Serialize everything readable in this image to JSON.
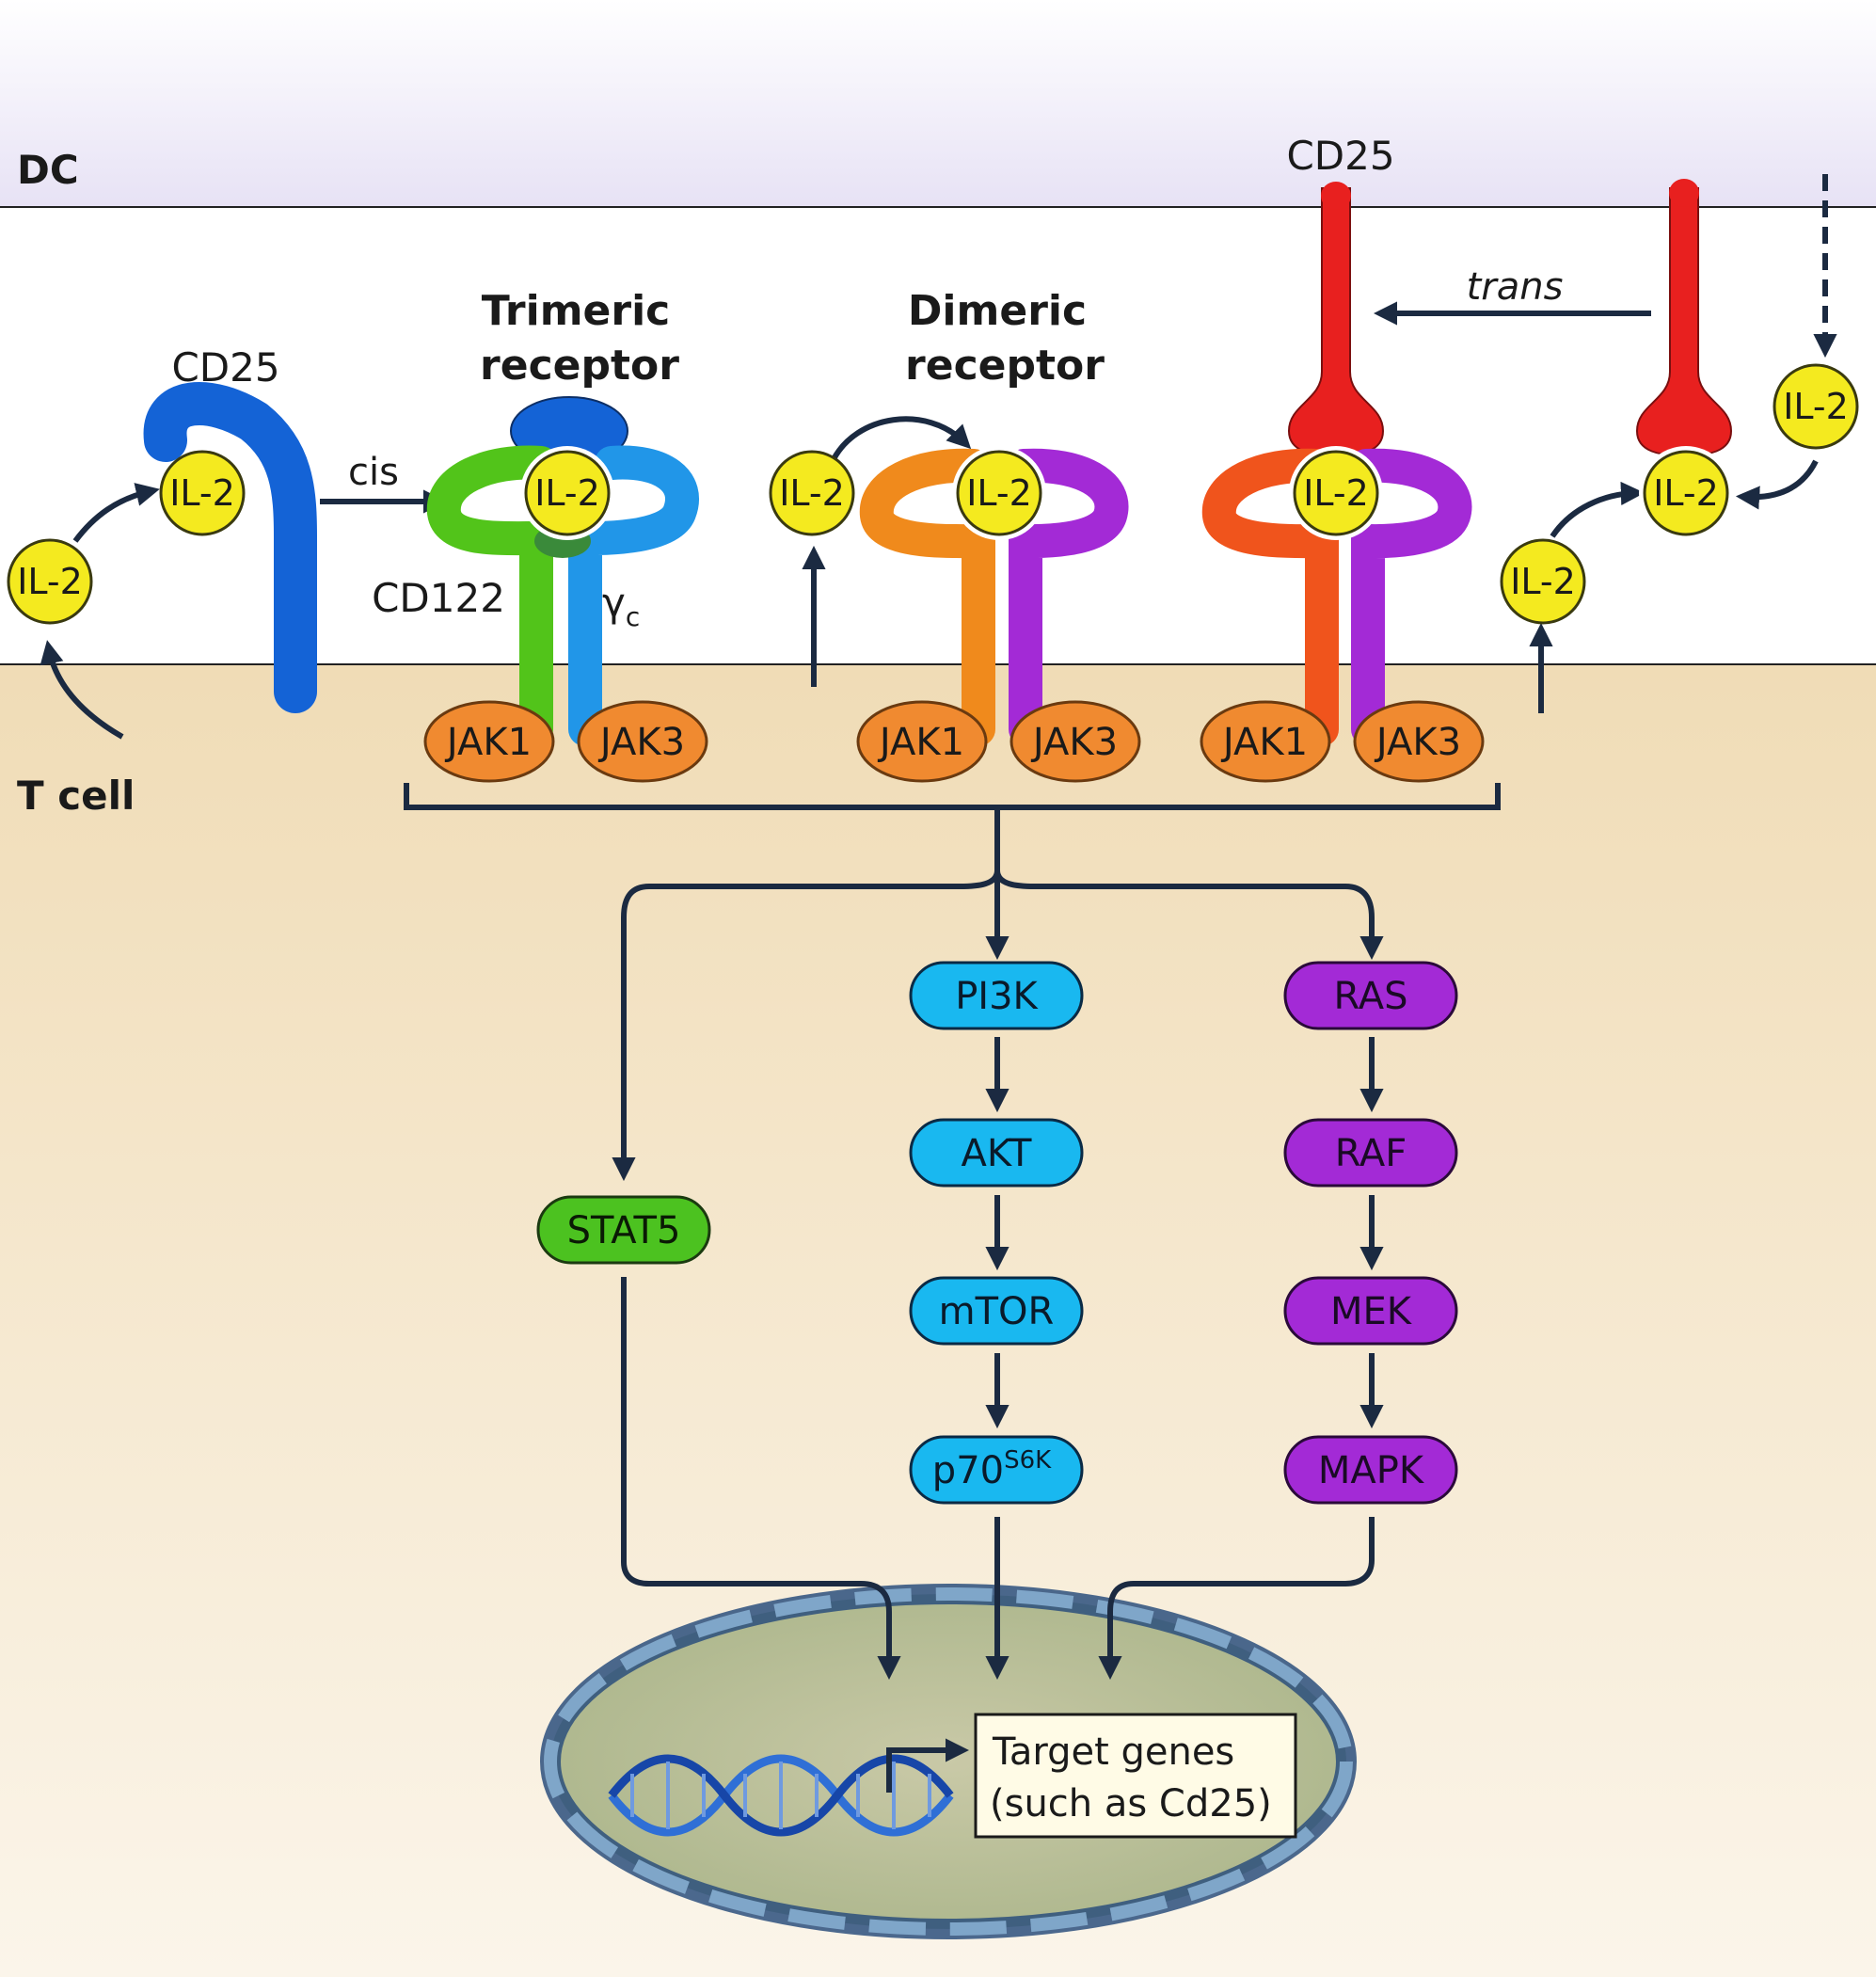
{
  "membranes": {
    "dc_label": "DC",
    "tcell_label": "T cell"
  },
  "molecules": {
    "cd25_left": "CD25",
    "cd25_top": "CD25",
    "trimeric_title_line1": "Trimeric",
    "trimeric_title_line2": "receptor",
    "dimeric_title_line1": "Dimeric",
    "dimeric_title_line2": "receptor",
    "cd122": "CD122",
    "gamma_c": "γ",
    "gamma_c_sub": "c",
    "cis": "cis",
    "trans": "trans",
    "il2": "IL-2",
    "jak1": "JAK1",
    "jak3": "JAK3"
  },
  "pathways": {
    "stat5": "STAT5",
    "pi3k": [
      "PI3K",
      "AKT",
      "mTOR",
      "p70"
    ],
    "p70_sup": "S6K",
    "ras": [
      "RAS",
      "RAF",
      "MEK",
      "MAPK"
    ]
  },
  "nucleus": {
    "target_line1": "Target genes",
    "target_line2": "(such as Cd25)"
  },
  "colors": {
    "il2_fill": "#f4ea1f",
    "cd25_blue": "#1463d6",
    "cd25_red": "#e8201f",
    "cd122_green": "#52c41a",
    "gamma_blue": "#2196e8",
    "orange": "#f08a1c",
    "purple": "#a32ad6",
    "cyan": "#19b8f0",
    "stat5_green": "#4cc220",
    "jak_orange": "#f08a30",
    "arrow_navy": "#1b2a41"
  }
}
